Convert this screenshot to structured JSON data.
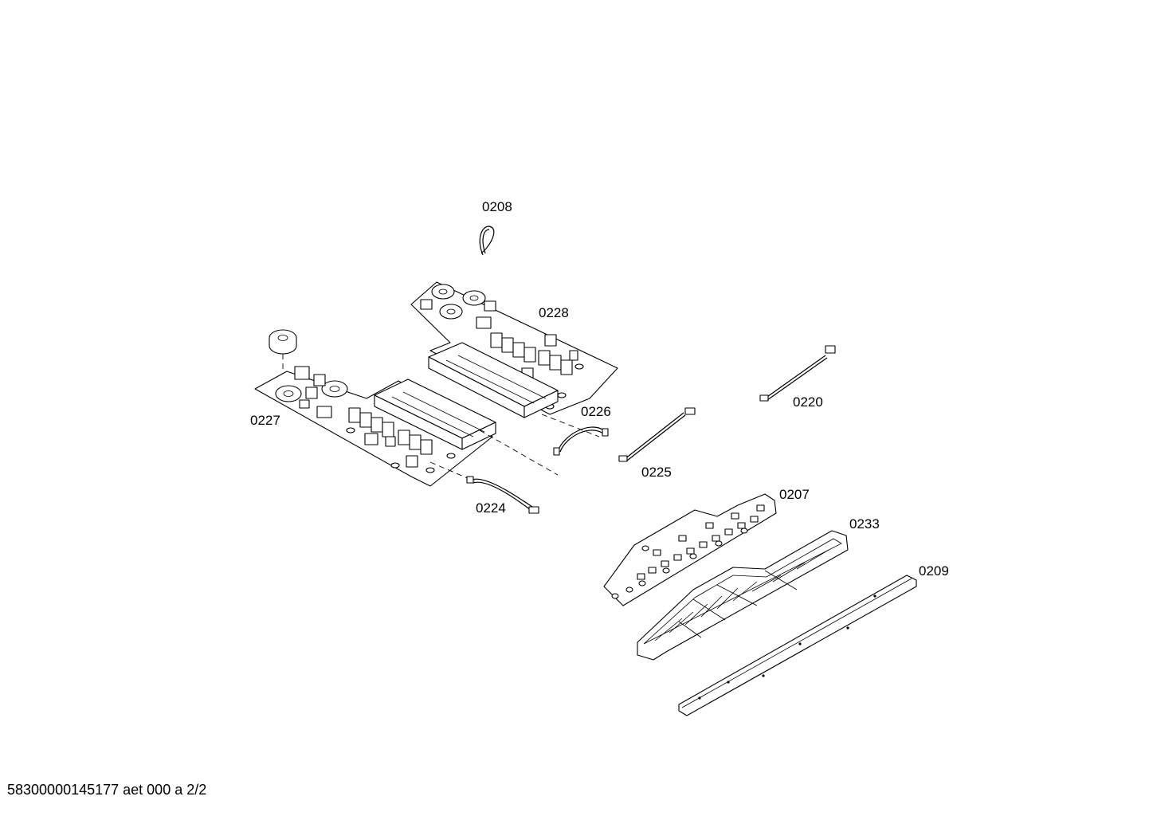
{
  "parts": [
    {
      "id": "0208",
      "label": "0208"
    },
    {
      "id": "0228",
      "label": "0228"
    },
    {
      "id": "0227",
      "label": "0227"
    },
    {
      "id": "0226",
      "label": "0226"
    },
    {
      "id": "0220",
      "label": "0220"
    },
    {
      "id": "0225",
      "label": "0225"
    },
    {
      "id": "0224",
      "label": "0224"
    },
    {
      "id": "0207",
      "label": "0207"
    },
    {
      "id": "0233",
      "label": "0233"
    },
    {
      "id": "0209",
      "label": "0209"
    }
  ],
  "footer": "58300000145177 aet 000 a 2/2"
}
